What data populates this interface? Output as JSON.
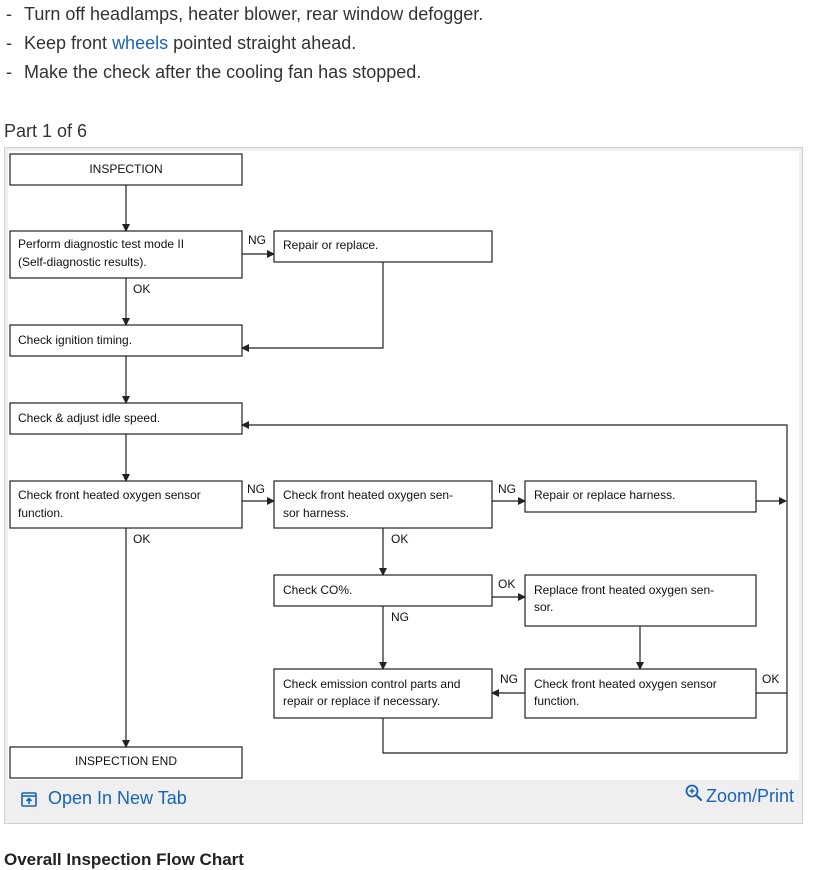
{
  "bullets": [
    {
      "dash": "-",
      "text": "Turn off headlamps, heater blower, rear window defogger."
    },
    {
      "dash": "-",
      "pre": "Keep front ",
      "link": "wheels",
      "post": " pointed straight ahead."
    },
    {
      "dash": "-",
      "text": "Make the check after the cooling fan has stopped."
    }
  ],
  "part_label": "Part 1 of 6",
  "flowchart": {
    "boxes": {
      "inspection": "INSPECTION",
      "diag_line1": "Perform diagnostic test mode II",
      "diag_line2": "(Self-diagnostic results).",
      "repair_replace": "Repair or replace.",
      "ignition": "Check ignition timing.",
      "idle": "Check & adjust idle speed.",
      "o2_func_line1": "Check front heated oxygen sensor",
      "o2_func_line2": "function.",
      "o2_harness_line1": "Check front heated oxygen sen-",
      "o2_harness_line2": "sor harness.",
      "repair_harness": "Repair or replace harness.",
      "co": "Check CO%.",
      "replace_o2_line1": "Replace front heated oxygen sen-",
      "replace_o2_line2": "sor.",
      "emission_line1": "Check emission control parts and",
      "emission_line2": "repair or replace if necessary.",
      "o2_func2_line1": "Check front heated oxygen sensor",
      "o2_func2_line2": "function.",
      "inspection_end": "INSPECTION END"
    },
    "labels": {
      "ng_diag": "NG",
      "ok_diag": "OK",
      "ng_o2": "NG",
      "ok_o2": "OK",
      "ng_harness": "NG",
      "ok_harness": "OK",
      "ok_co": "OK",
      "ng_co": "NG",
      "ng_func2": "NG",
      "ok_func2": "OK"
    }
  },
  "footer": {
    "open_tab": "Open In New Tab",
    "zoom_print": "Zoom/Print",
    "open_tab_icon": "open-new-tab-icon",
    "zoom_icon": "zoom-plus-icon"
  },
  "next_heading": "Overall Inspection Flow Chart",
  "colors": {
    "link": "#1a63b4",
    "frame_bg": "#efefef",
    "text": "#333333"
  }
}
